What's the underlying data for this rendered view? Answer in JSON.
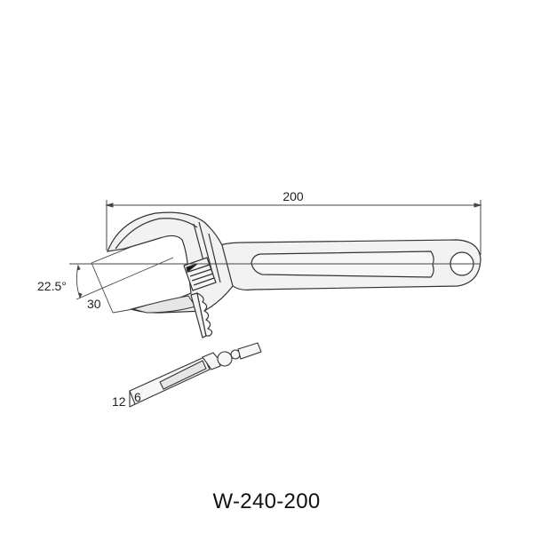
{
  "diagram": {
    "subject": "adjustable wrench technical drawing",
    "dimensions": {
      "overall_length": "200",
      "jaw_angle": "22.5°",
      "jaw_opening": "30",
      "head_thickness": "12",
      "jaw_thickness": "6"
    },
    "model_label": "W-240-200",
    "colors": {
      "line": "#333333",
      "fill": "#f2f2f2",
      "background": "#ffffff"
    }
  }
}
